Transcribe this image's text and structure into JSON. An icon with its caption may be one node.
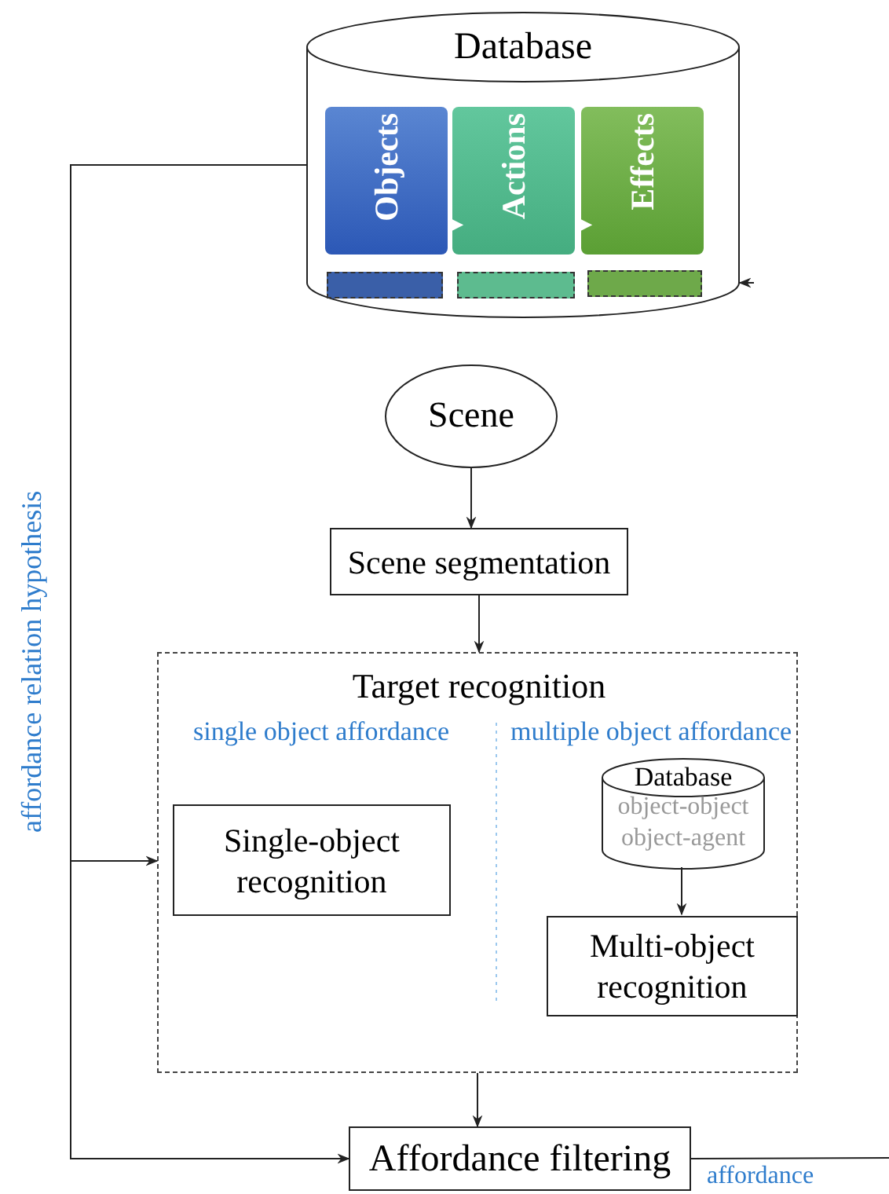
{
  "diagram": {
    "nodes": [
      {
        "text": [
          "Database"
        ]
      },
      {
        "text": [
          "Objects"
        ],
        "in": 0
      },
      {
        "text": [
          "Actions"
        ],
        "in": 0
      },
      {
        "text": [
          "Effects"
        ],
        "in": 0
      },
      {
        "text": [],
        "shape": "bar",
        "in": 0
      },
      {
        "text": [],
        "shape": "bar",
        "in": 0
      },
      {
        "text": [],
        "shape": "bar",
        "in": 0
      },
      {
        "text": [
          "Scene"
        ]
      },
      {
        "text": [
          "Scene segmentation"
        ]
      },
      {
        "text": [
          "Target recognition",
          "single object affordance",
          "multiple object affordance"
        ]
      },
      {
        "text": [
          "Single-object recognition"
        ],
        "in": 9
      },
      {
        "text": [
          "Database",
          "object-object",
          "object-agent"
        ],
        "in": 9
      },
      {
        "text": [
          "Multi-object recognition"
        ],
        "in": 9
      },
      {
        "text": [
          "Affordance filtering"
        ]
      }
    ],
    "edges": [
      {
        "from": 1,
        "to": 2,
        "arrow": "to",
        "color": "#ffffff"
      },
      {
        "from": 2,
        "to": 3,
        "arrow": "to",
        "color": "#ffffff"
      },
      {
        "from": 7,
        "to": 8,
        "arrow": "to"
      },
      {
        "from": 8,
        "to": 9,
        "arrow": "to"
      },
      {
        "from": 11,
        "to": 12,
        "arrow": "to"
      },
      {
        "from": 9,
        "to": 13,
        "arrow": "to"
      },
      {
        "from": 0,
        "to": 9,
        "arrow": "to",
        "label": "affordance relation hypothesis"
      },
      {
        "from": 0,
        "to": 13,
        "arrow": "to"
      },
      {
        "from": 13,
        "to": null,
        "arrow": "none",
        "label": "affordance"
      },
      {
        "from": null,
        "to": 0,
        "arrow": "to"
      }
    ]
  }
}
